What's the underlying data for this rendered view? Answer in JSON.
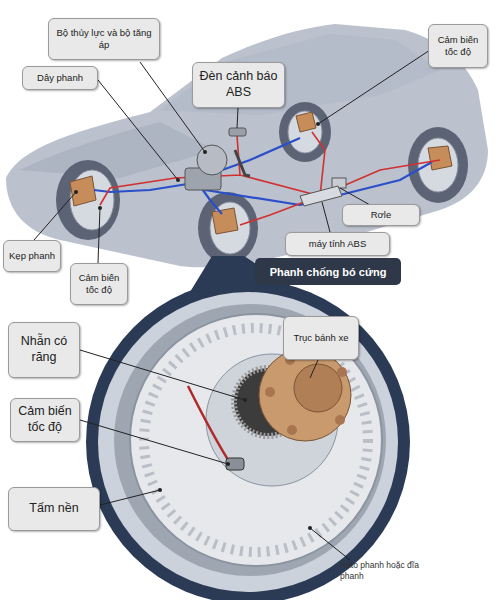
{
  "diagram": {
    "nodes": [
      {
        "text": [
          "Bộ thủy lực và bộ tăng áp"
        ]
      },
      {
        "text": [
          "Cảm biến tốc độ"
        ]
      },
      {
        "text": [
          "Đèn cảnh báo ABS"
        ]
      },
      {
        "text": [
          "Dây phanh"
        ]
      },
      {
        "text": [
          "Rơle"
        ]
      },
      {
        "text": [
          "máy tính ABS"
        ]
      },
      {
        "text": [
          "Kẹp phanh"
        ]
      },
      {
        "text": [
          "Phanh chống bó cứng"
        ]
      },
      {
        "text": [
          "Cảm biến tốc độ"
        ]
      },
      {
        "text": [
          "Nhẫn có răng"
        ]
      },
      {
        "text": [
          "Trục bánh xe"
        ]
      },
      {
        "text": [
          "Cảm biến tốc độ"
        ]
      },
      {
        "text": [
          "Tấm nền"
        ]
      }
    ],
    "labels": [
      "Rôto phanh hoặc đĩa phanh"
    ]
  }
}
